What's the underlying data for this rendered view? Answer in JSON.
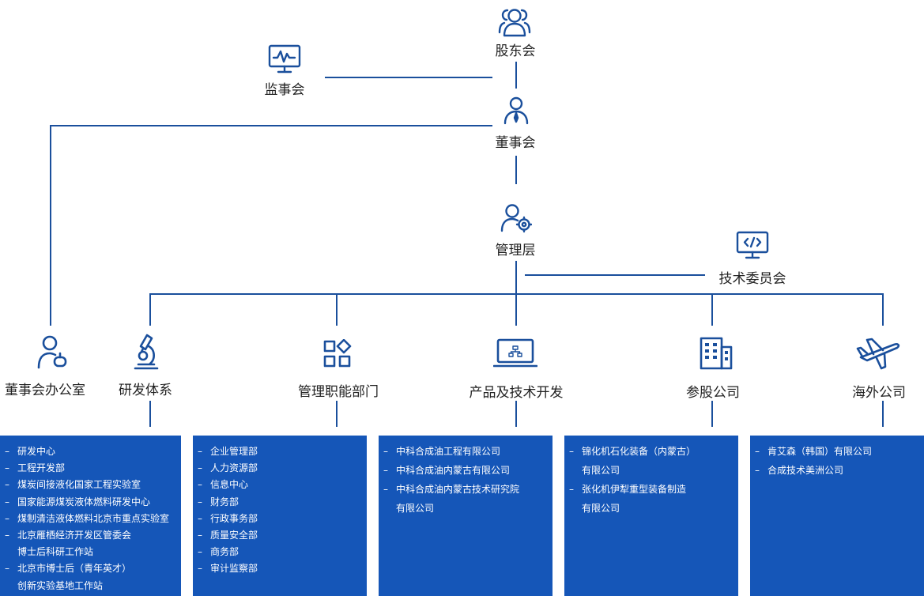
{
  "nodes": {
    "shareholders": "股东会",
    "supervisory": "监事会",
    "board": "董事会",
    "management": "管理层",
    "tech_committee": "技术委员会",
    "board_office": "董事会办公室",
    "rd": "研发体系",
    "functional": "管理职能部门",
    "product": "产品及技术开发",
    "affiliates": "参股公司",
    "overseas": "海外公司"
  },
  "boxes": {
    "rd": [
      {
        "lines": [
          "研发中心"
        ]
      },
      {
        "lines": [
          "工程开发部"
        ]
      },
      {
        "lines": [
          "煤炭间接液化国家工程实验室"
        ]
      },
      {
        "lines": [
          "国家能源煤炭液体燃料研发中心"
        ]
      },
      {
        "lines": [
          "煤制清洁液体燃料北京市重点实验室"
        ]
      },
      {
        "lines": [
          "北京雁栖经济开发区管委会",
          "博士后科研工作站"
        ]
      },
      {
        "lines": [
          "北京市博士后（青年英才）",
          "创新实验基地工作站"
        ]
      }
    ],
    "functional": [
      {
        "lines": [
          "企业管理部"
        ]
      },
      {
        "lines": [
          "人力资源部"
        ]
      },
      {
        "lines": [
          "信息中心"
        ]
      },
      {
        "lines": [
          "财务部"
        ]
      },
      {
        "lines": [
          "行政事务部"
        ]
      },
      {
        "lines": [
          "质量安全部"
        ]
      },
      {
        "lines": [
          "商务部"
        ]
      },
      {
        "lines": [
          "审计监察部"
        ]
      }
    ],
    "product": [
      {
        "lines": [
          "中科合成油工程有限公司"
        ]
      },
      {
        "lines": [
          "中科合成油内蒙古有限公司"
        ]
      },
      {
        "lines": [
          "中科合成油内蒙古技术研究院",
          "有限公司"
        ]
      }
    ],
    "affiliates": [
      {
        "lines": [
          "锦化机石化装备（内蒙古）",
          "有限公司"
        ]
      },
      {
        "lines": [
          "张化机伊犁重型装备制造",
          "有限公司"
        ]
      }
    ],
    "overseas": [
      {
        "lines": [
          "肯艾森（韩国）有限公司"
        ]
      },
      {
        "lines": [
          "合成技术美洲公司"
        ]
      }
    ]
  },
  "colors": {
    "line": "#1a4f9c",
    "box": "#1556b8",
    "icon": "#1a4f9c"
  }
}
